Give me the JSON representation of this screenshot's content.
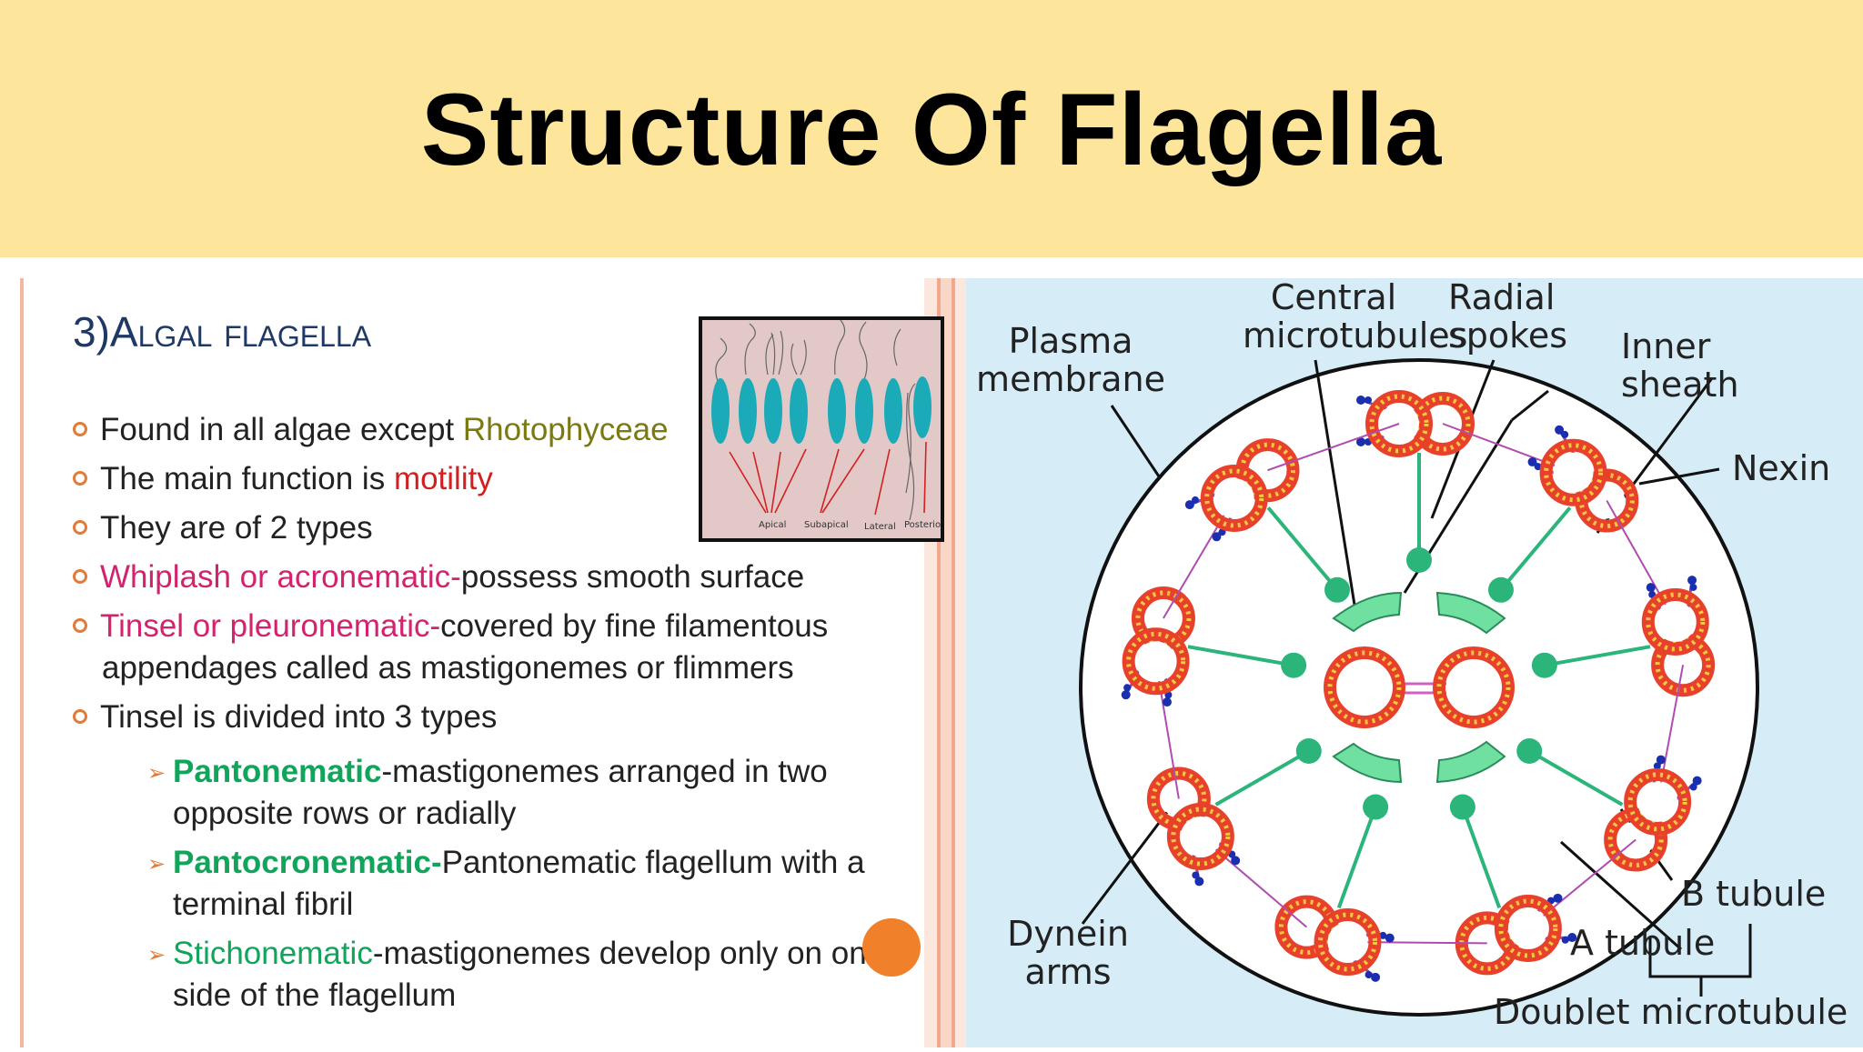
{
  "banner": {
    "title": "Structure Of Flagella"
  },
  "slide": {
    "heading": "3)Algal flagella",
    "bullets": [
      {
        "pre": "Found in all algae except ",
        "hl": "Rhotophyceae",
        "post": ""
      },
      {
        "pre": "The main function is ",
        "hl": "motility",
        "post": ""
      },
      {
        "pre": "They are of 2 types",
        "hl": "",
        "post": ""
      },
      {
        "pre": "",
        "hl": "Whiplash or acronematic-",
        "post": "possess smooth surface"
      },
      {
        "pre": "",
        "hl": "Tinsel or pleuronematic-",
        "post": "covered by fine filamentous"
      },
      {
        "pre": "appendages called as mastigonemes or flimmers",
        "hl": "",
        "post": ""
      },
      {
        "pre": "Tinsel is divided into 3 types",
        "hl": "",
        "post": ""
      }
    ],
    "subitems": [
      {
        "hl": "Pantonematic",
        "rest1": "-mastigonemes arranged in two",
        "rest2": "opposite rows or radially"
      },
      {
        "hl": "Pantocronematic-",
        "rest1": "Pantonematic flagellum with a",
        "rest2": "terminal fibril"
      },
      {
        "hl": "Stichonematic",
        "rest1": "-mastigonemes develop only on one",
        "rest2": "side of the flagellum"
      }
    ],
    "thumbnail_labels": [
      "Apical",
      "Subapical",
      "Lateral",
      "Posterior"
    ]
  },
  "diagram": {
    "labels": {
      "central": [
        "Central",
        "microtubules"
      ],
      "radial": [
        "Radial",
        "spokes"
      ],
      "plasma": [
        "Plasma",
        "membrane"
      ],
      "inner": [
        "Inner",
        "sheath"
      ],
      "nexin": "Nexin",
      "btub": "B tubule",
      "atub": "A tubule",
      "dynein": [
        "Dynein",
        "arms"
      ],
      "doublet": "Doublet microtubule"
    }
  },
  "colors": {
    "banner": "#fde69b",
    "heading": "#1f3864",
    "tubule_red": "#e8412b",
    "tubule_yellow": "#f5c842",
    "spoke_green": "#2bb57b",
    "dynein_blue": "#1a2fb0",
    "diagram_bg": "#d6ecf7"
  }
}
